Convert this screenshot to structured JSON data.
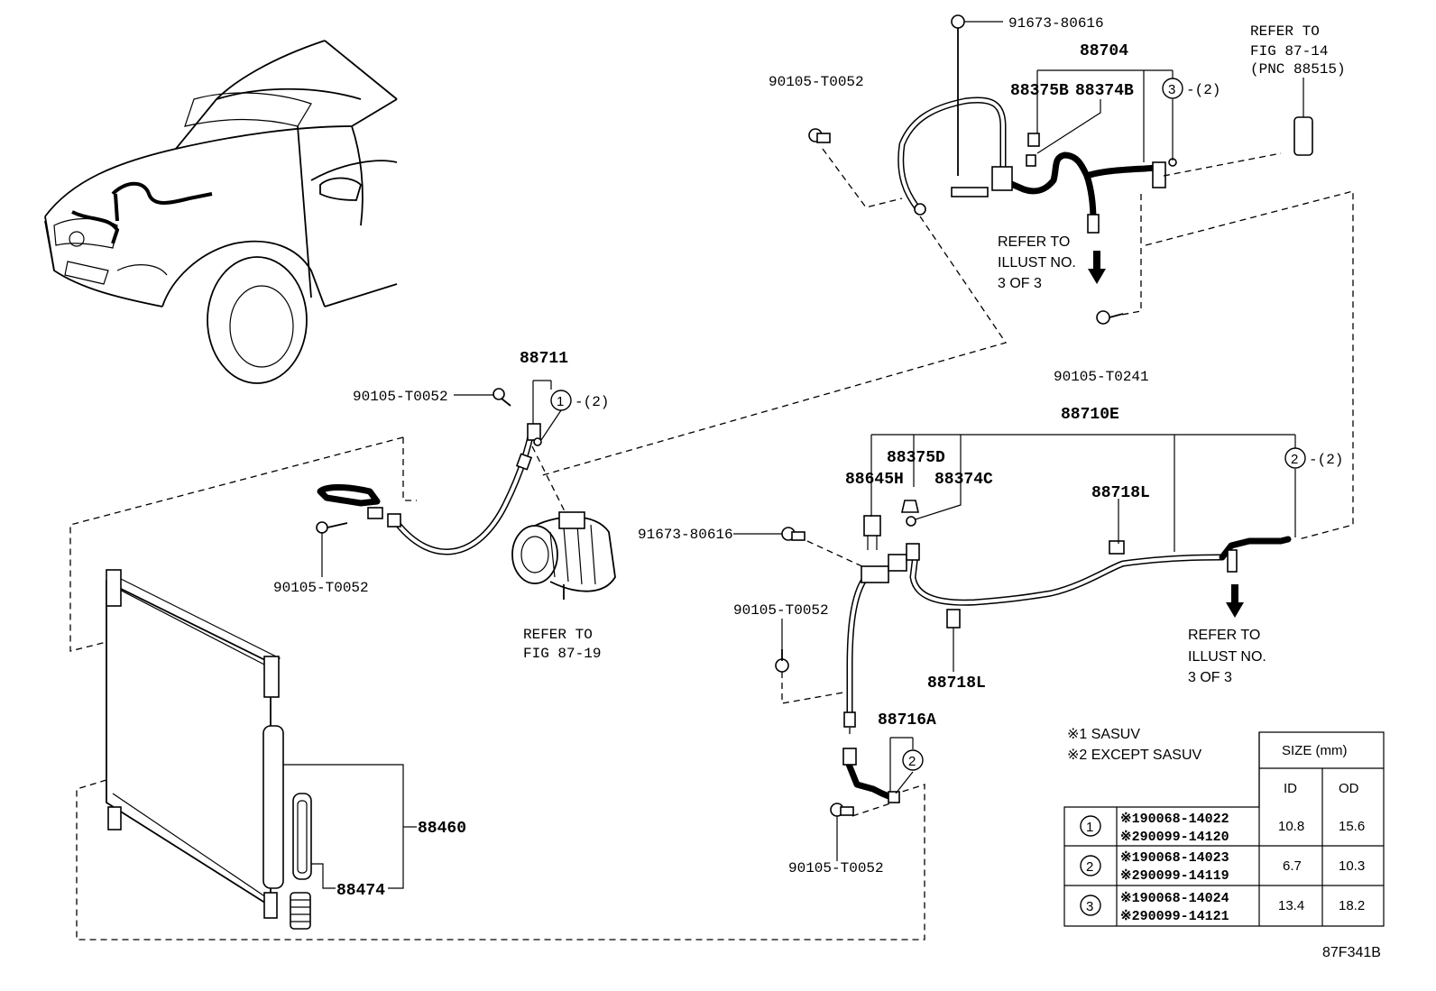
{
  "figure_id": "87F341B",
  "parts": {
    "p91673_top": "91673-80616",
    "p88704": "88704",
    "p88375B": "88375B",
    "p88374B": "88374B",
    "p90105_T0052_top": "90105-T0052",
    "p90105_T0241": "90105-T0241",
    "p88711": "88711",
    "p90105_T0052_left": "90105-T0052",
    "p90105_T0052_mid": "90105-T0052",
    "p88710E": "88710E",
    "p88375D": "88375D",
    "p88645H": "88645H",
    "p88374C": "88374C",
    "p88718L_top": "88718L",
    "p88718L_bottom": "88718L",
    "p91673_mid": "91673-80616",
    "p90105_T0052_right": "90105-T0052",
    "p88716A": "88716A",
    "p90105_T0052_bottom": "90105-T0052",
    "p88460": "88460",
    "p88474": "88474"
  },
  "qty": {
    "q1": "-(2)",
    "q2_top": "-(2)",
    "q2_mid": "",
    "q3": "-(2)"
  },
  "circled": {
    "c1": "1",
    "c2": "2",
    "c3": "3"
  },
  "notes": {
    "refer_fig_87_14_l1": "REFER TO",
    "refer_fig_87_14_l2": "FIG 87-14",
    "refer_fig_87_14_l3": "(PNC 88515)",
    "refer_illust_top_l1": "REFER TO",
    "refer_illust_top_l2": "ILLUST NO.",
    "refer_illust_top_l3": "3 OF 3",
    "refer_illust_right_l1": "REFER TO",
    "refer_illust_right_l2": "ILLUST NO.",
    "refer_illust_right_l3": "3 OF 3",
    "refer_fig_87_19_l1": "REFER TO",
    "refer_fig_87_19_l2": "FIG 87-19"
  },
  "legend": {
    "line1": "※1 SASUV",
    "line2": "※2 EXCEPT SASUV"
  },
  "size_table": {
    "header": "SIZE (mm)",
    "columns": [
      "ID",
      "OD"
    ],
    "rows": [
      {
        "ref": "1",
        "part_a": "※190068-14022",
        "part_b": "※290099-14120",
        "id": "10.8",
        "od": "15.6"
      },
      {
        "ref": "2",
        "part_a": "※190068-14023",
        "part_b": "※290099-14119",
        "id": "6.7",
        "od": "10.3"
      },
      {
        "ref": "3",
        "part_a": "※190068-14024",
        "part_b": "※290099-14121",
        "id": "13.4",
        "od": "18.2"
      }
    ]
  }
}
